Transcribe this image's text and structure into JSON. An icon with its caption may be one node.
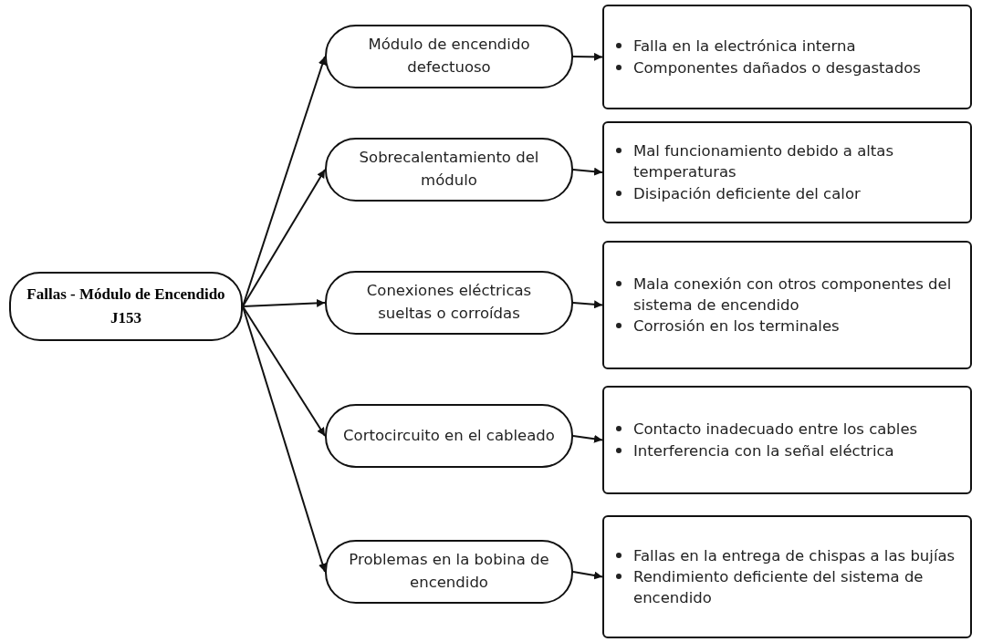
{
  "diagram": {
    "nodes": [
      {
        "text": [
          "Fallas - Módulo de Encendido J153"
        ]
      },
      {
        "text": [
          "Módulo de encendido defectuoso"
        ]
      },
      {
        "text": [
          "Sobrecalentamiento del módulo"
        ]
      },
      {
        "text": [
          "Conexiones eléctricas sueltas o corroídas"
        ]
      },
      {
        "text": [
          "Cortocircuito en el cableado"
        ]
      },
      {
        "text": [
          "Problemas en la bobina de encendido"
        ]
      },
      {
        "text": [
          "Falla en la electrónica interna",
          "Componentes dañados o desgastados"
        ]
      },
      {
        "text": [
          "Mal funcionamiento debido a altas temperaturas",
          "Disipación deficiente del calor"
        ]
      },
      {
        "text": [
          "Mala conexión con otros componentes del sistema de encendido",
          "Corrosión en los terminales"
        ]
      },
      {
        "text": [
          "Contacto inadecuado entre los cables",
          "Interferencia con la señal eléctrica"
        ]
      },
      {
        "text": [
          "Fallas en la entrega de chispas a las bujías",
          "Rendimiento deficiente del sistema de encendido"
        ]
      }
    ],
    "edges": [
      {
        "from": 0,
        "to": 1,
        "arrow": "to"
      },
      {
        "from": 0,
        "to": 2,
        "arrow": "to"
      },
      {
        "from": 0,
        "to": 3,
        "arrow": "to"
      },
      {
        "from": 0,
        "to": 4,
        "arrow": "to"
      },
      {
        "from": 0,
        "to": 5,
        "arrow": "to"
      },
      {
        "from": 1,
        "to": 6,
        "arrow": "to"
      },
      {
        "from": 2,
        "to": 7,
        "arrow": "to"
      },
      {
        "from": 3,
        "to": 8,
        "arrow": "to"
      },
      {
        "from": 4,
        "to": 9,
        "arrow": "to"
      },
      {
        "from": 5,
        "to": 10,
        "arrow": "to"
      }
    ]
  }
}
